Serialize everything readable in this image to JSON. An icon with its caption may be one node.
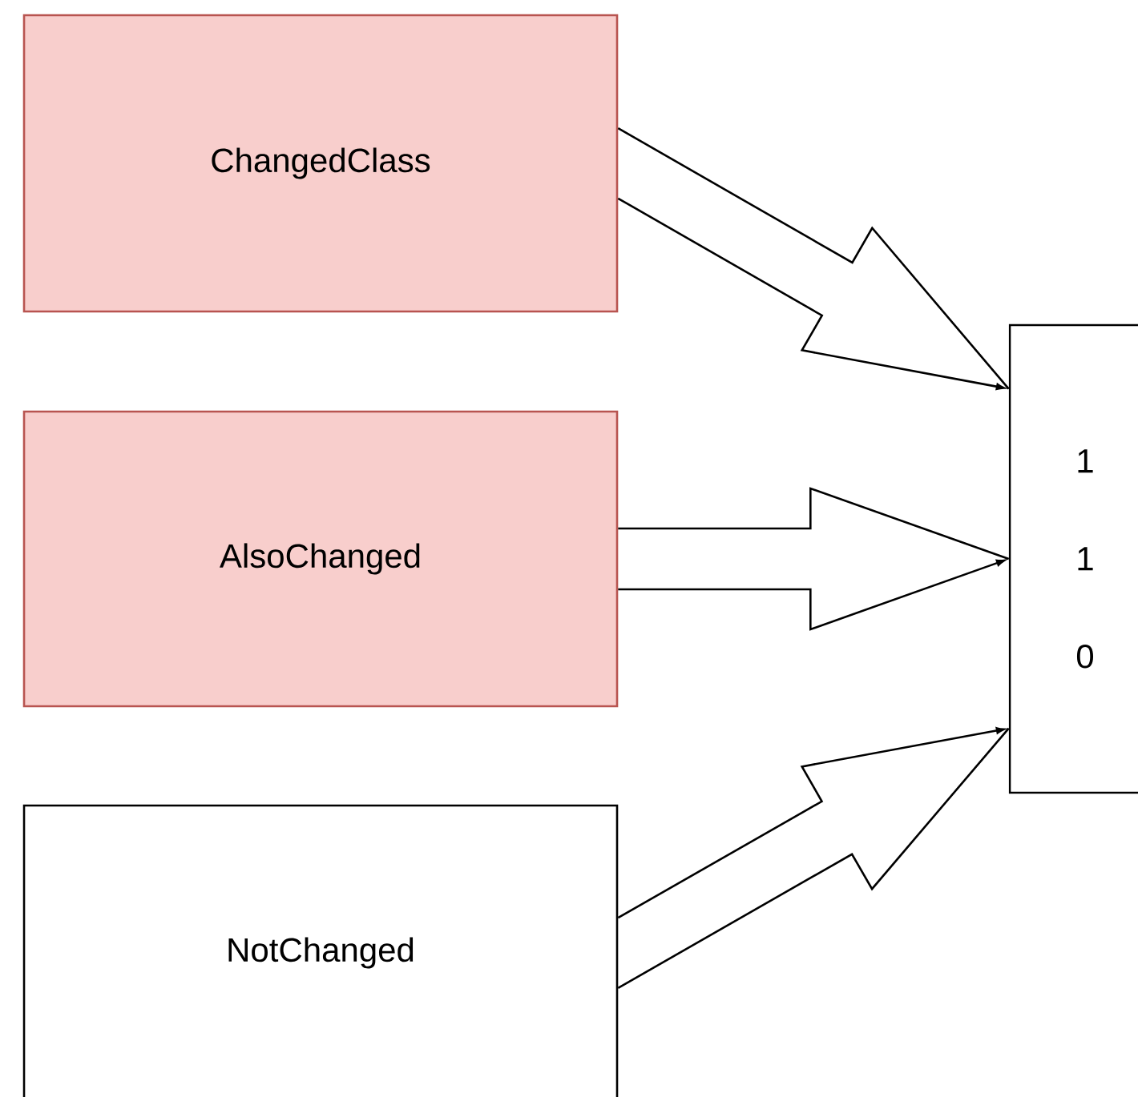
{
  "diagram": {
    "nodes": [
      {
        "text": [
          "ChangedClass"
        ]
      },
      {
        "text": [
          "AlsoChanged"
        ]
      },
      {
        "text": [
          "NotChanged"
        ]
      },
      {
        "text": [
          "1",
          "1",
          "0"
        ]
      }
    ],
    "edges": [
      {
        "from": 0,
        "to": 3,
        "arrow": "to"
      },
      {
        "from": 1,
        "to": 3,
        "arrow": "to"
      },
      {
        "from": 2,
        "to": 3,
        "arrow": "to"
      }
    ]
  }
}
